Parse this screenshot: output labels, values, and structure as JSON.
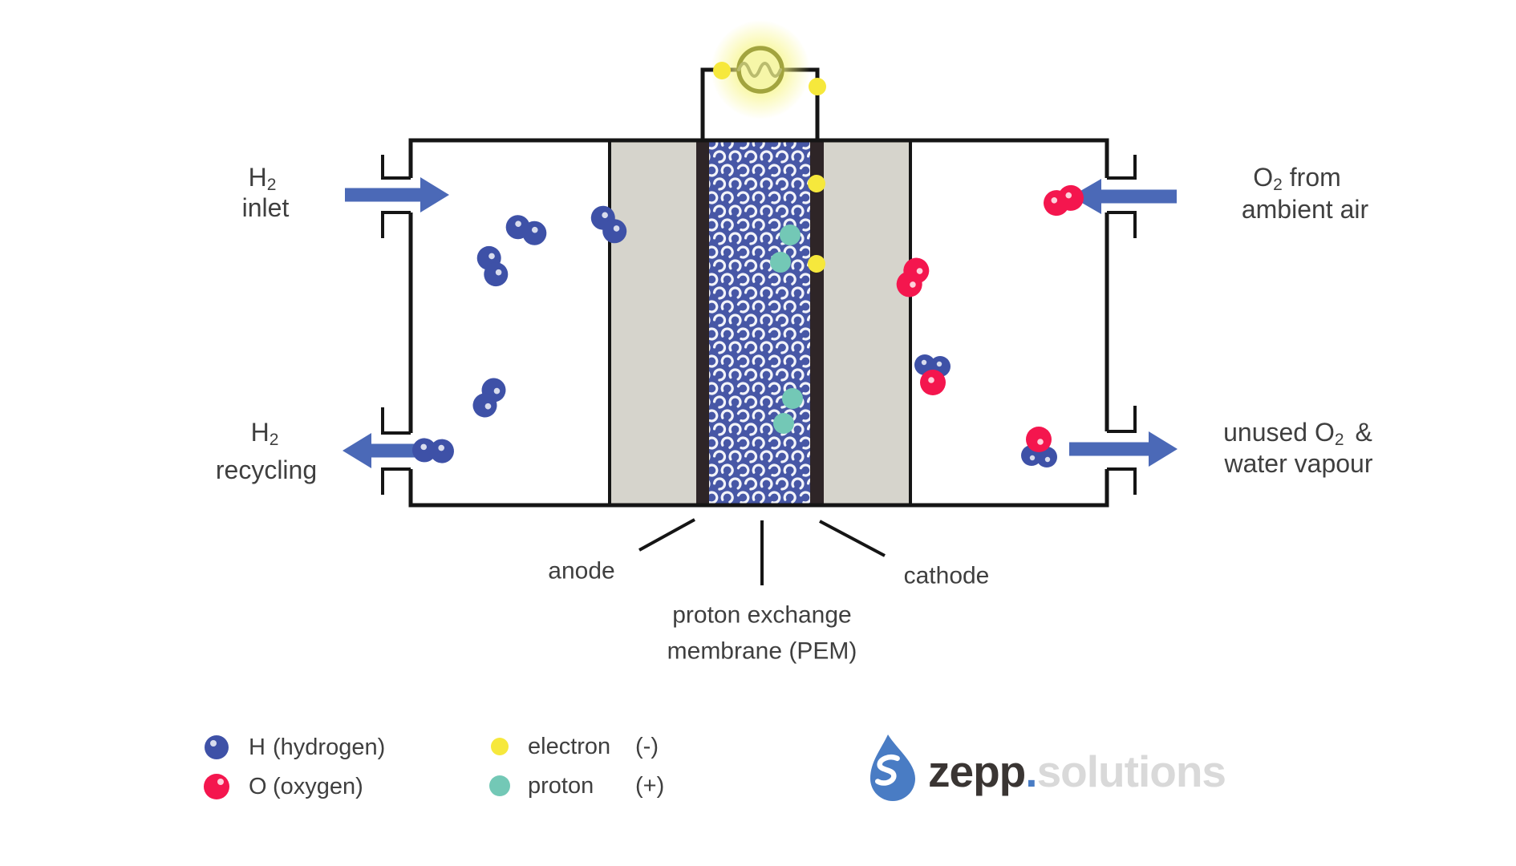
{
  "colors": {
    "outline_black": "#151515",
    "text_dark": "#3f3f3f",
    "arrow_blue": "#4b69b7",
    "hydrogen_blue": "#3e51a7",
    "oxygen_red": "#f4164e",
    "electron_yellow": "#f6e83c",
    "proton_teal": "#73c8b6",
    "membrane_blue": "#4757a6",
    "diffusion_grey": "#d6d4cc",
    "electrode_dark": "#2e2527",
    "bulb_olive": "#a2a43e",
    "bulb_wave": "#babc6e",
    "glow_yellow": "#f7f582",
    "logo_blue": "#497cc4",
    "logo_dark": "#3a3533",
    "logo_grey": "#d9d9d9"
  },
  "labels": {
    "h2_inlet": {
      "symbol": "H",
      "sub": "2",
      "line2": "inlet"
    },
    "o2_from": {
      "symbol": "O",
      "sub": "2",
      "rest": "from",
      "line2": "ambient air"
    },
    "h2_recycling": {
      "symbol": "H",
      "sub": "2",
      "line2": "recycling"
    },
    "unused": {
      "pre": "unused O",
      "sub": "2",
      "rest": "&",
      "line2": "water vapour"
    },
    "anode": "anode",
    "cathode": "cathode",
    "pem_line1": "proton exchange",
    "pem_line2": "membrane (PEM)"
  },
  "legend": {
    "hydrogen": {
      "symbol": "H",
      "name": "(hydrogen)"
    },
    "oxygen": {
      "symbol": "O",
      "name": "(oxygen)"
    },
    "electron": {
      "label": "electron",
      "charge": "(-)"
    },
    "proton": {
      "label": "proton",
      "charge": "(+)"
    }
  },
  "logo": {
    "brand": "zepp",
    "dot": ".",
    "suffix": "solutions"
  }
}
